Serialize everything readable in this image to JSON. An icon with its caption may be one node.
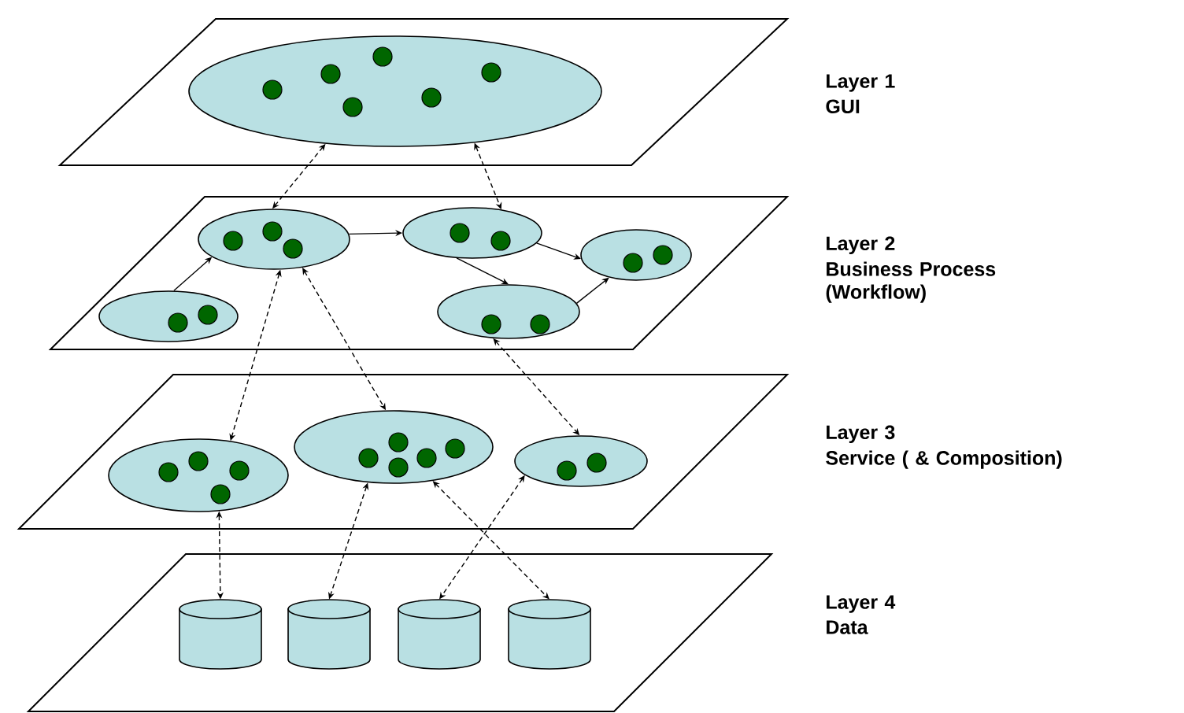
{
  "diagram": {
    "nodes": [
      {
        "text": [],
        "shape": "parallelogram",
        "beside": [
          "Layer 1",
          "GUI"
        ]
      },
      {
        "text": [],
        "shape": "ellipse",
        "in": 0
      },
      {
        "text": [],
        "shape": "parallelogram",
        "beside": [
          "Layer 2",
          "Business Process (Workflow)"
        ]
      },
      {
        "text": [],
        "shape": "ellipse",
        "in": 2
      },
      {
        "text": [],
        "shape": "ellipse",
        "in": 2
      },
      {
        "text": [],
        "shape": "ellipse",
        "in": 2
      },
      {
        "text": [],
        "shape": "ellipse",
        "in": 2
      },
      {
        "text": [],
        "shape": "ellipse",
        "in": 2
      },
      {
        "text": [],
        "shape": "parallelogram",
        "beside": [
          "Layer 3",
          "Service ( & Composition)"
        ]
      },
      {
        "text": [],
        "shape": "ellipse",
        "in": 8
      },
      {
        "text": [],
        "shape": "ellipse",
        "in": 8
      },
      {
        "text": [],
        "shape": "ellipse",
        "in": 8
      },
      {
        "text": [],
        "shape": "parallelogram",
        "beside": [
          "Layer 4",
          "Data"
        ]
      },
      {
        "text": [],
        "shape": "cylinder",
        "in": 12
      },
      {
        "text": [],
        "shape": "cylinder",
        "in": 12
      },
      {
        "text": [],
        "shape": "cylinder",
        "in": 12
      },
      {
        "text": [],
        "shape": "cylinder",
        "in": 12
      }
    ],
    "edges": [
      {
        "from": 1,
        "to": 3,
        "arrow": "both",
        "style": "dashed"
      },
      {
        "from": 1,
        "to": 4,
        "arrow": "both",
        "style": "dashed"
      },
      {
        "from": 3,
        "to": 9,
        "arrow": "both",
        "style": "dashed"
      },
      {
        "from": 3,
        "to": 10,
        "arrow": "both",
        "style": "dashed"
      },
      {
        "from": 7,
        "to": 11,
        "arrow": "both",
        "style": "dashed"
      },
      {
        "from": 9,
        "to": 13,
        "arrow": "both",
        "style": "dashed"
      },
      {
        "from": 10,
        "to": 14,
        "arrow": "both",
        "style": "dashed"
      },
      {
        "from": 10,
        "to": 16,
        "arrow": "both",
        "style": "dashed"
      },
      {
        "from": 11,
        "to": 15,
        "arrow": "both",
        "style": "dashed"
      },
      {
        "from": 6,
        "to": 3,
        "arrow": "to"
      },
      {
        "from": 3,
        "to": 4,
        "arrow": "to"
      },
      {
        "from": 4,
        "to": 7,
        "arrow": "to"
      },
      {
        "from": 4,
        "to": 5,
        "arrow": "to"
      },
      {
        "from": 7,
        "to": 5,
        "arrow": "to"
      }
    ]
  }
}
